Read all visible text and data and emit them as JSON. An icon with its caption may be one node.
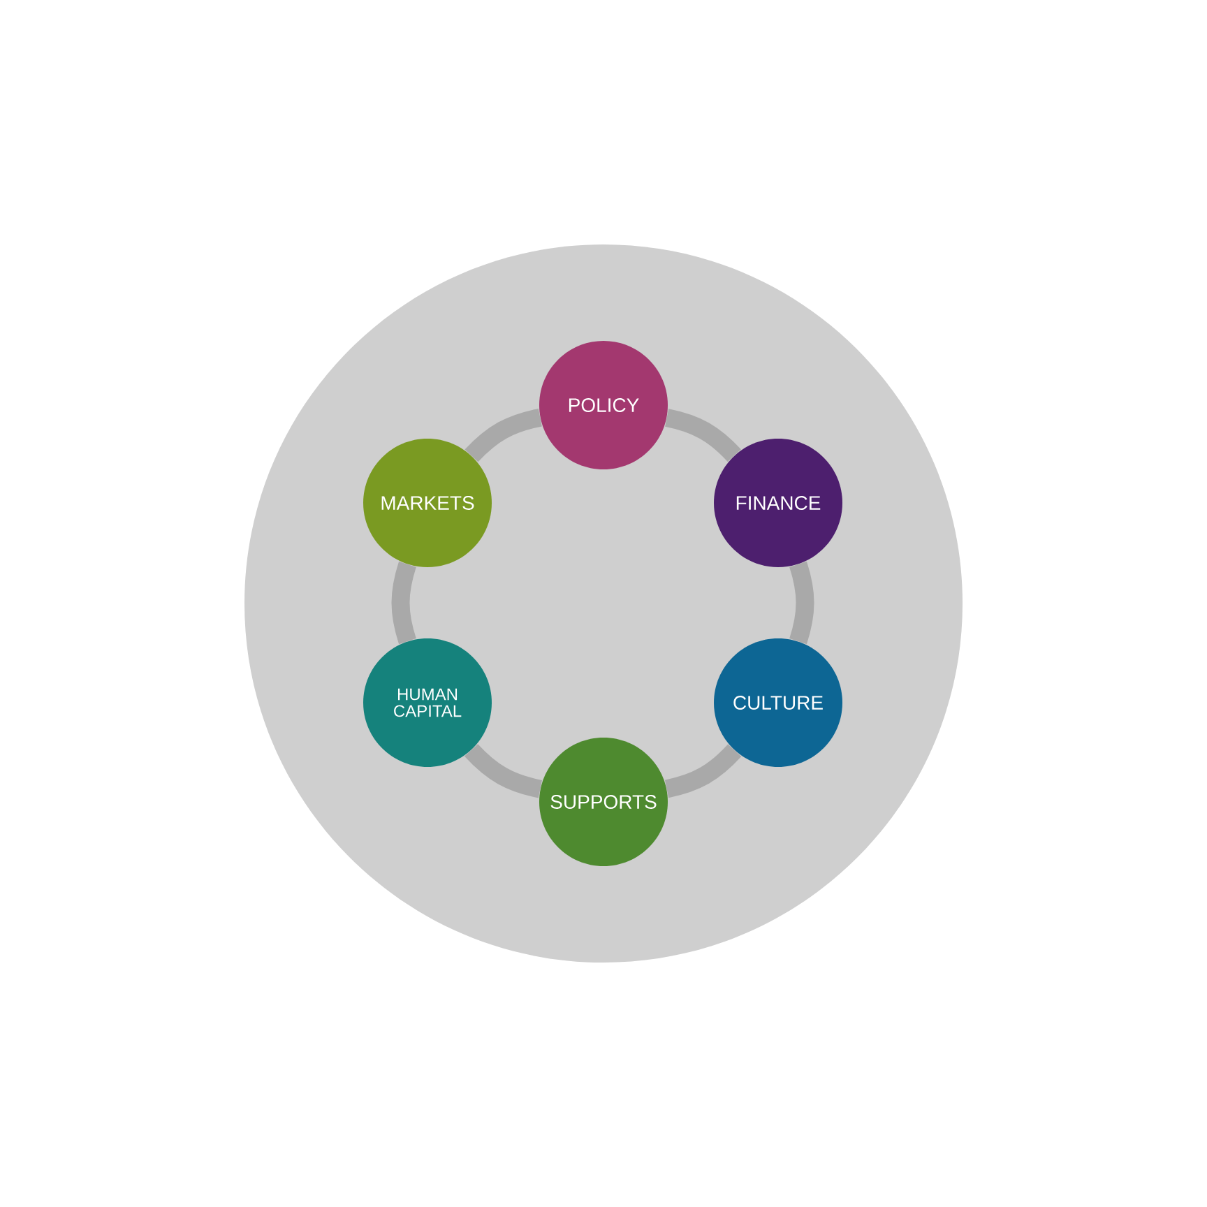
{
  "diagram": {
    "nodes": [
      {
        "text": [],
        "shape": "circle"
      },
      {
        "text": [
          "POLICY"
        ],
        "in": 0
      },
      {
        "text": [
          "FINANCE"
        ],
        "in": 0
      },
      {
        "text": [
          "CULTURE"
        ],
        "in": 0
      },
      {
        "text": [
          "SUPPORTS"
        ],
        "in": 0
      },
      {
        "text": [
          "HUMAN CAPITAL"
        ],
        "in": 0
      },
      {
        "text": [
          "MARKETS"
        ],
        "in": 0
      }
    ],
    "edges": [
      {
        "from": 1,
        "to": 2,
        "arrow": "none"
      },
      {
        "from": 2,
        "to": 3,
        "arrow": "none"
      },
      {
        "from": 3,
        "to": 4,
        "arrow": "none"
      },
      {
        "from": 4,
        "to": 5,
        "arrow": "none"
      },
      {
        "from": 5,
        "to": 6,
        "arrow": "none"
      },
      {
        "from": 6,
        "to": 1,
        "arrow": "none"
      }
    ]
  }
}
